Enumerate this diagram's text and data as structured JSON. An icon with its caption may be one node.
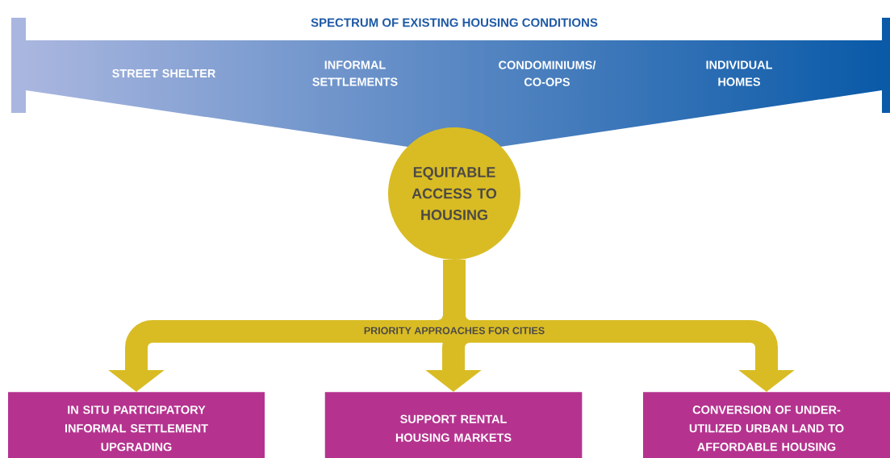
{
  "diagram": {
    "title": "SPECTRUM OF EXISTING HOUSING CONDITIONS",
    "nodes": [
      {
        "text": [
          "STREET SHELTER",
          "INFORMAL SETTLEMENTS",
          "CONDOMINIUMS/ CO-OPS",
          "INDIVIDUAL HOMES"
        ]
      },
      {
        "text": [
          "EQUITABLE ACCESS TO HOUSING"
        ]
      },
      {
        "text": [
          "IN SITU PARTICIPATORY INFORMAL SETTLEMENT UPGRADING"
        ]
      },
      {
        "text": [
          "SUPPORT RENTAL HOUSING MARKETS"
        ]
      },
      {
        "text": [
          "CONVERSION OF UNDER-UTILIZED URBAN LAND TO AFFORDABLE HOUSING"
        ]
      }
    ],
    "edges": [
      {
        "from": 1,
        "to": 2,
        "arrow": "to"
      },
      {
        "from": 1,
        "to": 3,
        "arrow": "to",
        "label": "PRIORITY APPROACHES FOR CITIES"
      },
      {
        "from": 1,
        "to": 4,
        "arrow": "to"
      }
    ]
  }
}
